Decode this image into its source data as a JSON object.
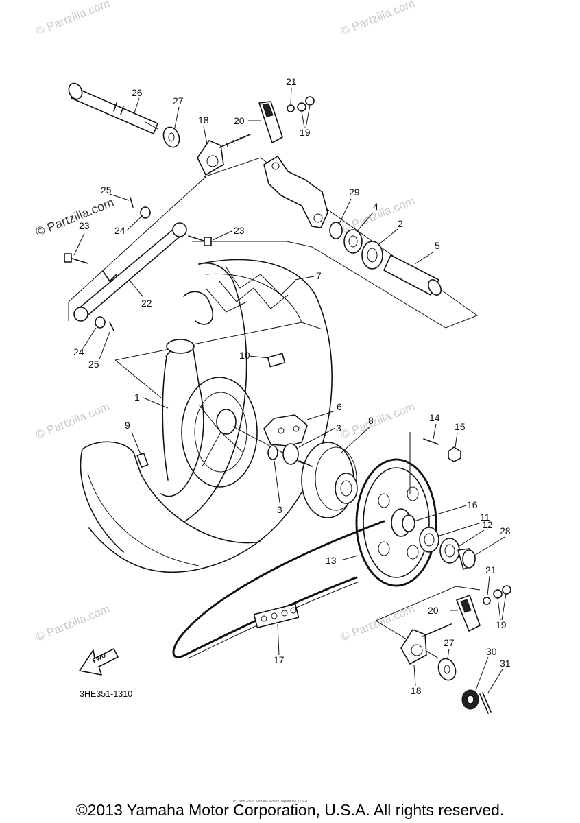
{
  "watermark": "© Partzilla.com",
  "diagram_code": "3HE351-1310",
  "fwd_label": "FWD",
  "copyright": "©2013 Yamaha Motor Corporation, U.S.A. All rights reserved.",
  "fine_print": "(c) 2005-2016 Yamaha Motor Corporation, U.S.A.",
  "callouts": [
    "1",
    "2",
    "3",
    "3",
    "4",
    "5",
    "6",
    "7",
    "8",
    "9",
    "10",
    "11",
    "12",
    "13",
    "14",
    "15",
    "16",
    "17",
    "18",
    "18",
    "19",
    "19",
    "20",
    "20",
    "21",
    "21",
    "22",
    "23",
    "23",
    "24",
    "24",
    "25",
    "25",
    "26",
    "27",
    "27",
    "28",
    "29",
    "30",
    "31"
  ]
}
